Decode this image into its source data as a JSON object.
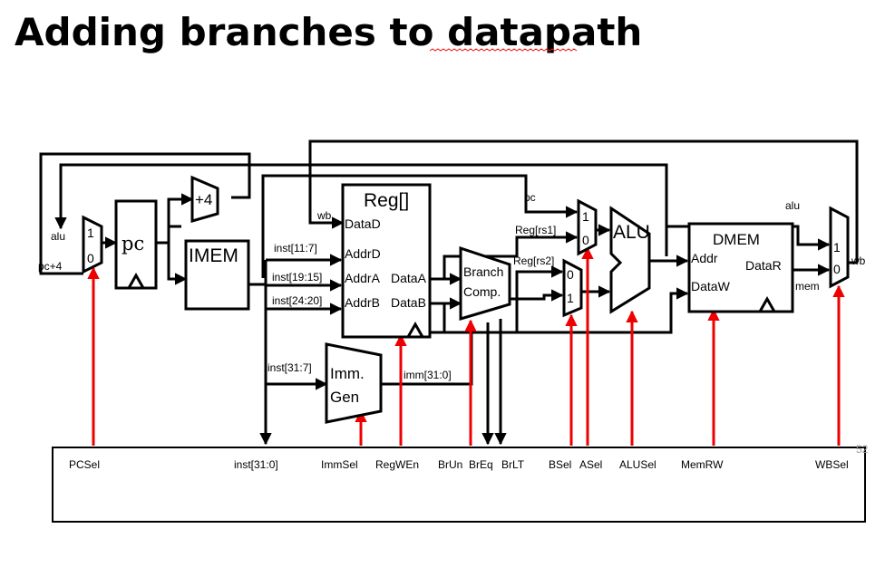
{
  "slide": {
    "title": "Adding branches to datapath",
    "page_number": "52"
  },
  "blocks": {
    "pc": "pc",
    "plus4": "+4",
    "imem": "IMEM",
    "reg": "Reg[]",
    "branch_line1": "Branch",
    "branch_line2": "Comp.",
    "immgen_line1": "Imm.",
    "immgen_line2": "Gen",
    "alu": "ALU",
    "dmem": "DMEM"
  },
  "ports": {
    "dataD": "DataD",
    "addrD": "AddrD",
    "addrA": "AddrA",
    "addrB": "AddrB",
    "dataA": "DataA",
    "dataB": "DataB",
    "addr": "Addr",
    "dataW": "DataW",
    "dataR": "DataR"
  },
  "signals": {
    "alu_in": "alu",
    "pc4_in": "pc+4",
    "wb_reg": "wb",
    "inst_11_7": "inst[11:7]",
    "inst_19_15": "inst[19:15]",
    "inst_24_20": "inst[24:20]",
    "inst_31_7": "inst[31:7]",
    "imm": "imm[31:0]",
    "pc": "pc",
    "reg_rs1": "Reg[rs1]",
    "reg_rs2": "Reg[rs2]",
    "alu_out": "alu",
    "mem_out": "mem",
    "wb_out": "wb"
  },
  "mux_inputs": {
    "pcsel_top": "1",
    "pcsel_bottom": "0",
    "asel_top": "1",
    "asel_bottom": "0",
    "bsel_top": "0",
    "bsel_bottom": "1",
    "wbsel_top": "1",
    "wbsel_bottom": "0"
  },
  "control": [
    "PCSel",
    "inst[31:0]",
    "ImmSel",
    "RegWEn",
    "BrUn",
    "BrEq",
    "BrLT",
    "BSel",
    "ASel",
    "ALUSel",
    "MemRW",
    "WBSel"
  ],
  "colors": {
    "control_wire": "#ee0000",
    "wire": "#000000"
  }
}
